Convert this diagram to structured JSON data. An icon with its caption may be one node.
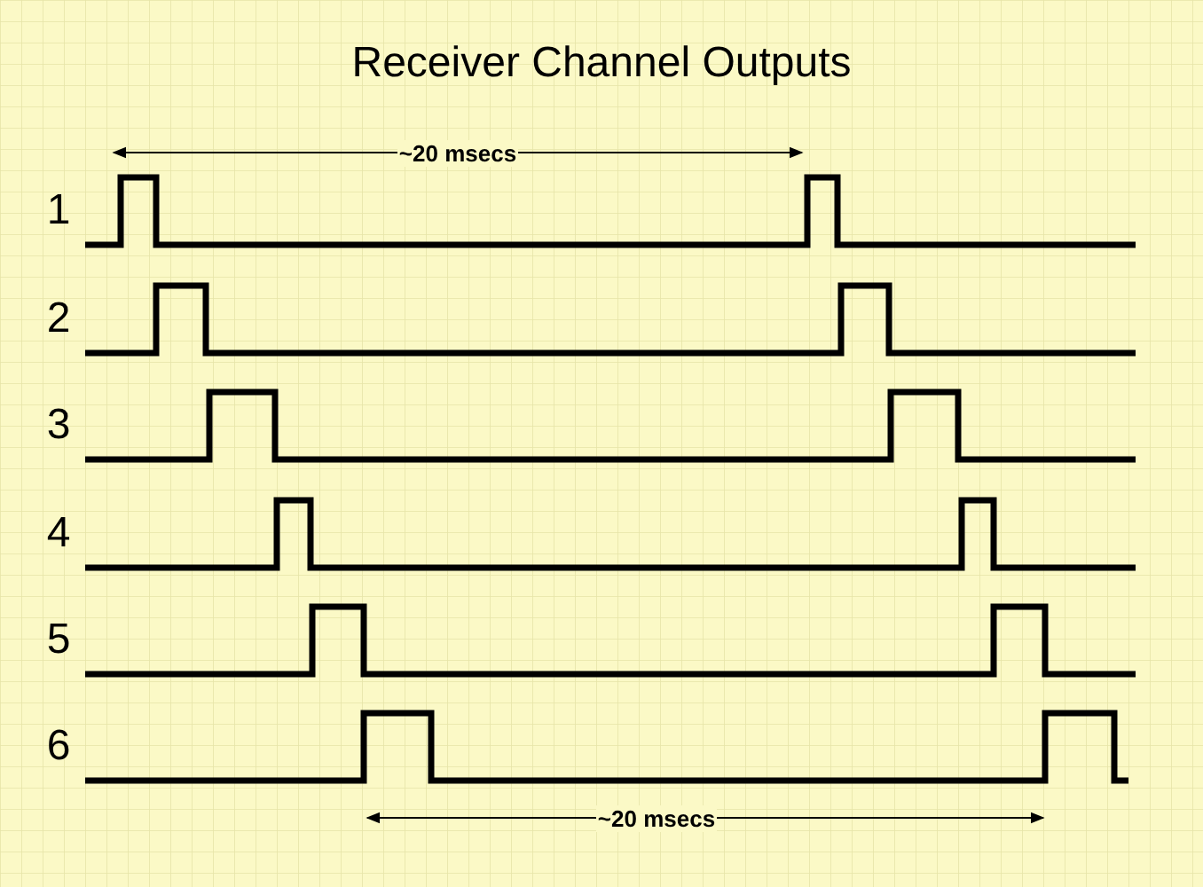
{
  "diagram": {
    "title": "Receiver Channel Outputs",
    "labels": [
      "~20 msecs",
      "1",
      "2",
      "3",
      "4",
      "5",
      "6",
      "~20 msecs"
    ]
  }
}
